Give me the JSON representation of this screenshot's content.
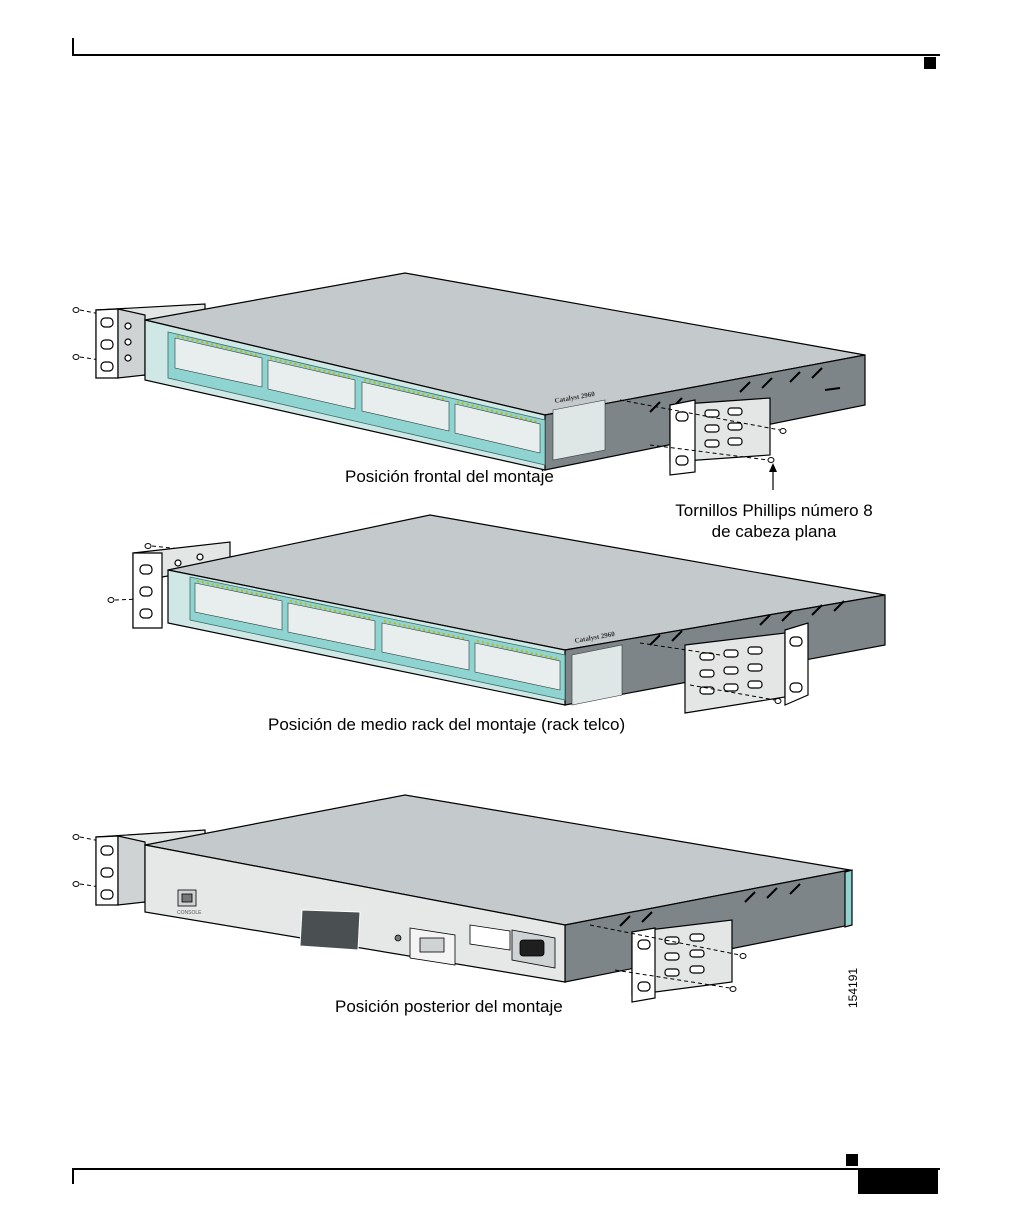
{
  "figure": {
    "captions": {
      "front": "Posición frontal del montaje",
      "midrack": "Posición de medio rack del montaje (rack telco)",
      "rear": "Posición posterior del montaje"
    },
    "callout": {
      "line1": "Tornillos Phillips número 8",
      "line2": "de cabeza plana"
    },
    "figure_id": "154191",
    "labels": {
      "brand": "Catalyst 2960",
      "console_port": "CONSOLE"
    }
  },
  "colors": {
    "switch_top": "#c4c9cb",
    "switch_side": "#7d8588",
    "front_panel": "#8fd4d0",
    "rear_panel": "#e6e8e8"
  }
}
